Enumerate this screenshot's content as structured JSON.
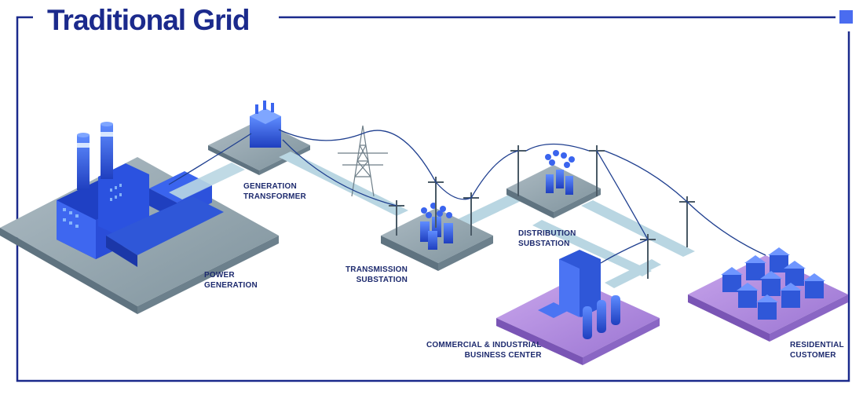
{
  "title": "Traditional Grid",
  "colors": {
    "frame": "#1b2a8c",
    "accent": "#4a6cf0",
    "platform_gray": "#8fa3ad",
    "platform_purple": "#a57bd6",
    "equipment_blue": "#2f57d8",
    "flow_path": "#b9d6e2"
  },
  "labels": {
    "power_generation": [
      "POWER",
      "GENERATION"
    ],
    "generation_transformer": [
      "GENERATION",
      "TRANSFORMER"
    ],
    "transmission_substation": [
      "TRANSMISSION",
      "SUBSTATION"
    ],
    "distribution_substation": [
      "DISTRIBUTION",
      "SUBSTATION"
    ],
    "commercial_industrial": [
      "COMMERCIAL & INDUSTRIAL",
      "BUSINESS CENTER"
    ],
    "residential_customer": [
      "RESIDENTIAL",
      "CUSTOMER"
    ]
  }
}
